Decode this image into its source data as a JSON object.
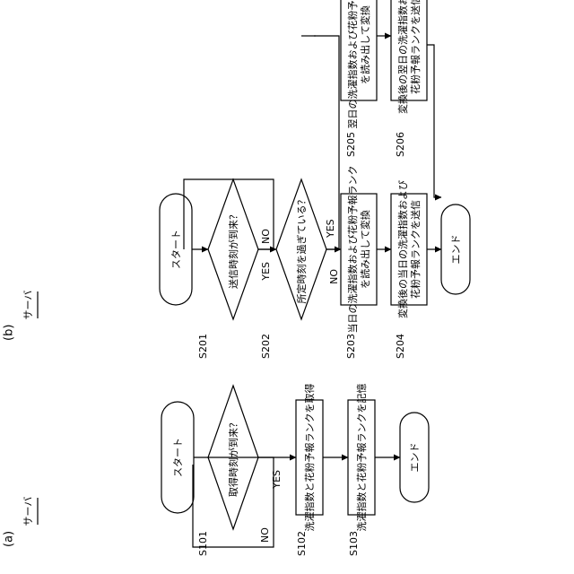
{
  "diagram_a": {
    "panel_label": "(a)",
    "actor": "サーバ",
    "start": "スタート",
    "end": "エンド",
    "decision": {
      "id": "S101",
      "text": "取得時刻が到来？",
      "yes": "YES",
      "no": "NO"
    },
    "steps": [
      {
        "id": "S102",
        "text": "洗濯指数と花粉予報ランクを取得"
      },
      {
        "id": "S103",
        "text": "洗濯指数と花粉予報ランクを記憶"
      }
    ]
  },
  "diagram_b": {
    "panel_label": "(b)",
    "actor": "サーバ",
    "start": "スタート",
    "end": "エンド",
    "decision1": {
      "id": "S201",
      "text": "送信時刻が到来？",
      "yes": "YES",
      "no": "NO"
    },
    "decision2": {
      "id": "S202",
      "text": "所定時刻を過ぎている？",
      "yes": "YES",
      "no": "NO"
    },
    "steps": [
      {
        "id": "S203",
        "line1": "当日の洗濯指数および花粉予報ランク",
        "line2": "を読み出して変換"
      },
      {
        "id": "S204",
        "line1": "変換後の当日の洗濯指数および",
        "line2": "花粉予報ランクを送信"
      },
      {
        "id": "S205",
        "line1": "翌日の洗濯指数および花粉予報ランク",
        "line2": "を読み出して変換"
      },
      {
        "id": "S206",
        "line1": "変換後の翌日の洗濯指数および",
        "line2": "花粉予報ランクを送信"
      }
    ]
  }
}
